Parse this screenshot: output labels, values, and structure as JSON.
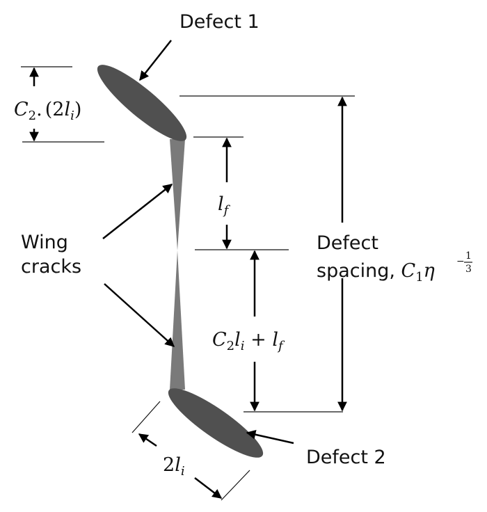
{
  "labels": {
    "defect1": "Defect 1",
    "defect2": "Defect 2",
    "wing_line1": "Wing",
    "wing_line2": "cracks",
    "spacing_line1": "Defect",
    "spacing_line2": "spacing, "
  },
  "math": {
    "c2_label": {
      "C": "C",
      "sub": "2",
      "dot": ".",
      "open": "(",
      "two": "2",
      "l": "l",
      "lsub": "i",
      "close": ")"
    },
    "lf_label": {
      "l": "l",
      "sub": "f"
    },
    "c2li_lf_label": {
      "C": "C",
      "Csub": "2",
      "l": "l",
      "lsub": "i",
      "plus": " + ",
      "l2": "l",
      "l2sub": "f"
    },
    "spacing_expr": {
      "C": "C",
      "Csub": "1",
      "eta": "η",
      "sup_sign": "−",
      "sup_num": "1",
      "sup_den": "3"
    },
    "two_li": {
      "two": "2",
      "l": "l",
      "sub": "i"
    }
  },
  "colors": {
    "defect": "#505050",
    "crack": "#7a7a7a",
    "ink": "#000000"
  }
}
